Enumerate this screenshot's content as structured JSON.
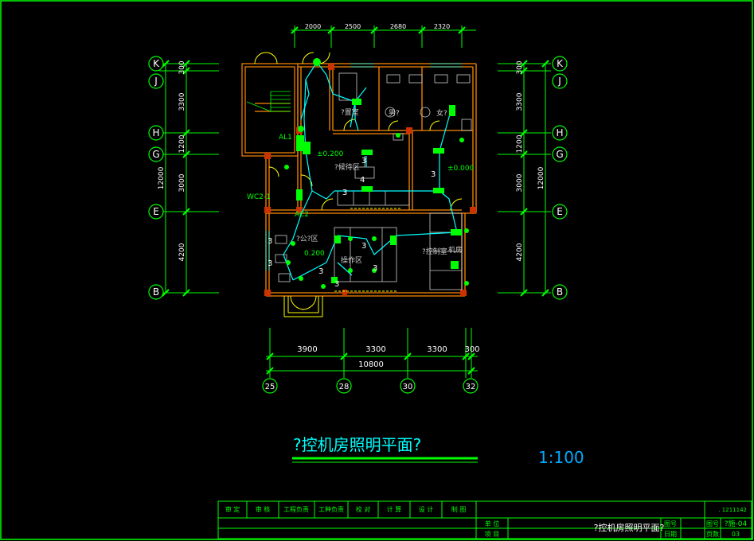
{
  "drawing": {
    "title": "?控机房照明平面?",
    "scale": "1:100",
    "top_dims": [
      "2000",
      "2500",
      "2680",
      "2320"
    ],
    "side_dims": [
      "300",
      "3300",
      "1200",
      "3000",
      "4200"
    ],
    "total_height": "12000",
    "bottom_dims": [
      "3900",
      "3300",
      "3300",
      "300"
    ],
    "total_width": "10800",
    "row_axes": [
      "K",
      "J",
      "H",
      "G",
      "E",
      "B"
    ],
    "col_axes": [
      "25",
      "28",
      "30",
      "32"
    ]
  },
  "rooms": {
    "room1": "?置室",
    "male": "男?",
    "female": "女?",
    "waiting": "?候待区",
    "office": "?公?区",
    "control": "?控制室",
    "machine": "机房",
    "console": "操作区"
  },
  "labels": {
    "panel_al1": "AL1",
    "panel_wc21": "WC2-1",
    "panel_ac2": "AC2",
    "elev1": "±0.200",
    "elev2": "±0.000",
    "elev3": "0.200",
    "n3": "3",
    "n4": "4"
  },
  "titleblock": {
    "headers": [
      "审 定",
      "审 核",
      "工程负责",
      "工种负责",
      "校 对",
      "计 算",
      "设 计",
      "制 图"
    ],
    "row1_label": "单 位",
    "row2_label": "项 目",
    "drawing_name": "?控机房照明平面?",
    "code_label": "图号",
    "code_value": "?施-04",
    "date_label": "日期",
    "sheet_label": "图号",
    "page_label": "页数",
    "page_value": "03",
    "serial": ". 1211142"
  }
}
